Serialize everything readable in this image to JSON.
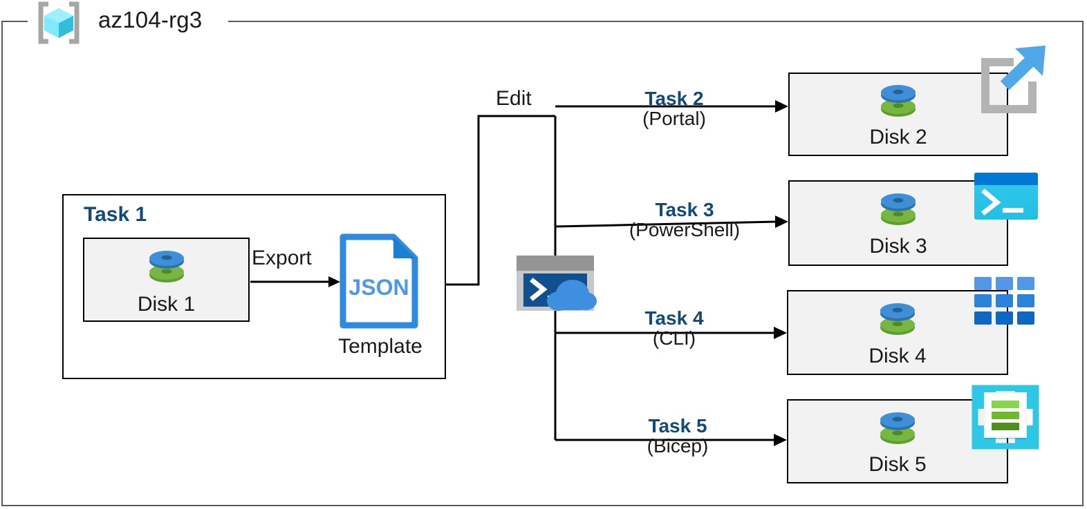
{
  "resource_group": {
    "name": "az104-rg3",
    "icon": "azure-resource-group-cube-icon"
  },
  "task1": {
    "label": "Task 1",
    "disk": {
      "label": "Disk 1",
      "icon": "managed-disk-icon"
    },
    "export_label": "Export",
    "template": {
      "file_type": "JSON",
      "caption": "Template",
      "icon": "json-file-icon"
    }
  },
  "edit_label": "Edit",
  "cloud_shell": {
    "icon": "azure-cloud-shell-icon"
  },
  "branches": [
    {
      "task": "Task 2",
      "method": "(Portal)",
      "disk_label": "Disk 2",
      "disk_icon": "managed-disk-icon",
      "service_icon": "azure-portal-icon"
    },
    {
      "task": "Task 3",
      "method": "(PowerShell)",
      "disk_label": "Disk 3",
      "disk_icon": "managed-disk-icon",
      "service_icon": "powershell-icon"
    },
    {
      "task": "Task 4",
      "method": "(CLI)",
      "disk_label": "Disk 4",
      "disk_icon": "managed-disk-icon",
      "service_icon": "azure-cli-grid-icon"
    },
    {
      "task": "Task 5",
      "method": "(Bicep)",
      "disk_label": "Disk 5",
      "disk_icon": "managed-disk-icon",
      "service_icon": "bicep-file-icon"
    }
  ],
  "colors": {
    "task_blue": "#11497a",
    "frame_gray": "#595959",
    "box_fill": "#f2f2f2",
    "disk_top_blue": "#3f8fd8",
    "disk_bottom_green": "#77b640",
    "json_blue": "#2e8ae0",
    "portal_arrow_blue": "#50a8e8",
    "portal_frame_gray": "#b3b3b3",
    "powershell_cyan": "#32c8ef",
    "powershell_title": "#0078d4",
    "cli_blue": "#1b78d4",
    "bicep_cyan": "#2ec8e6",
    "bicep_green": "#76bc2d",
    "cloudshell_terminal": "#11508f",
    "cloudshell_cloud": "#3f8fe0",
    "rg_cube_cyan": "#50e6ff"
  }
}
